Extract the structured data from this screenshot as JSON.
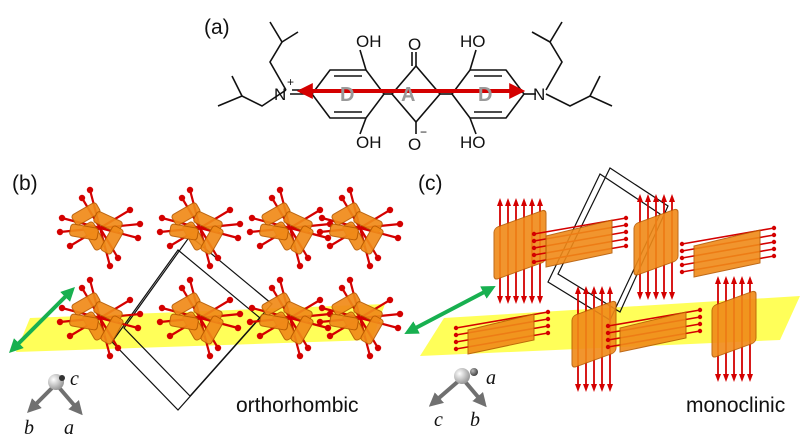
{
  "panels": {
    "a": {
      "label": "(a)"
    },
    "b": {
      "label": "(b)",
      "phase": "orthorhombic",
      "axes": [
        "c",
        "b",
        "a"
      ]
    },
    "c": {
      "label": "(c)",
      "phase": "monoclinic",
      "axes": [
        "a",
        "c",
        "b"
      ]
    }
  },
  "molecule": {
    "oh_top_left": "OH",
    "oh_bottom_left": "OH",
    "ho_top_right": "HO",
    "ho_bottom_right": "HO",
    "o_top": "O",
    "o_bottom": "O",
    "n_left": "N",
    "n_right": "N",
    "charge_plus": "+",
    "charge_minus": "−",
    "donor_left": "D",
    "acceptor": "A",
    "donor_right": "D"
  },
  "colors": {
    "dipole_arrow": "#d40000",
    "molecule_fill": "#f08a18",
    "molecule_edge": "#b85a00",
    "plane": "#ffff3c",
    "axis_arrow": "#18b050"
  }
}
